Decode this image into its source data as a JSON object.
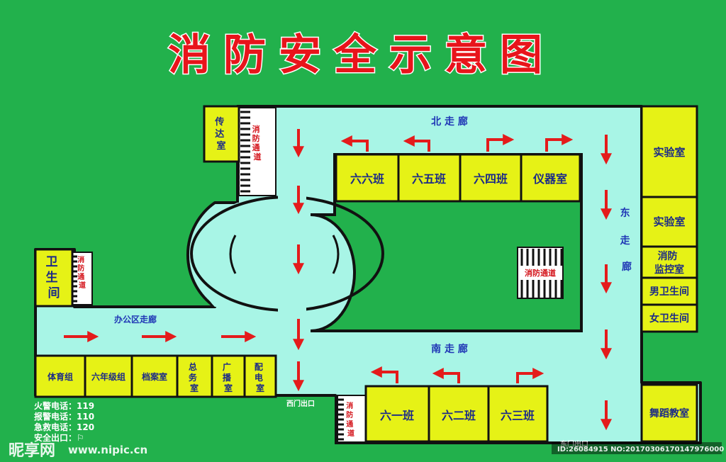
{
  "title": "消防安全示意图",
  "rooms": {
    "chuanda": "传达室",
    "weisheng": "卫生间",
    "liuliu": "六六班",
    "liuwu": "六五班",
    "liusi": "六四班",
    "yiqi": "仪器室",
    "shiyan1": "实验室",
    "shiyan2": "实验室",
    "jiankong": "消防监控室",
    "nanwc": "男卫生间",
    "nvwc": "女卫生间",
    "wudao": "舞蹈教室",
    "tiyu": "体育组",
    "nianji": "六年级组",
    "dangan": "档案室",
    "zongwu": "总务室",
    "guangbo": "广播室",
    "peidian": "配电室",
    "liuyi": "六一班",
    "liuer": "六二班",
    "liusan": "六三班"
  },
  "corridors": {
    "north": "北 走 廊",
    "south": "南 走 廊",
    "east": "东走廊",
    "office": "办公区走廊"
  },
  "passage_label": "消防通道",
  "exits": {
    "west": "西门出口",
    "east": "东门出口"
  },
  "phones": [
    "火警电话：119",
    "报警电话：110",
    "急救电话：120",
    "安全出口：⚐"
  ],
  "watermark": {
    "brand": "昵享网",
    "url": "www.nipic.cn",
    "id": "ID:26084915 NO:20170306170147976000"
  },
  "colors": {
    "background": "#22b14c",
    "corridor": "#a8f5e6",
    "room": "#e6f216",
    "arrow": "#e41b1b",
    "title": "#e8141b"
  }
}
